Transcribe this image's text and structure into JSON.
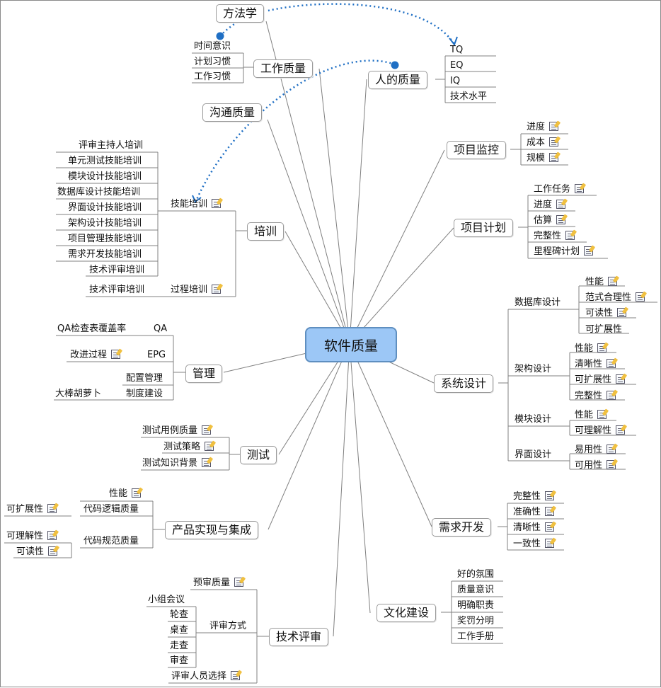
{
  "center": {
    "label": "软件质量"
  },
  "branches": {
    "fangfaxue": {
      "label": "方法学"
    },
    "gongzuo": {
      "label": "工作质量",
      "items": [
        "时间意识",
        "计划习惯",
        "工作习惯"
      ]
    },
    "goutong": {
      "label": "沟通质量"
    },
    "renzhiliang": {
      "label": "人的质量",
      "items": [
        "TQ",
        "EQ",
        "IQ",
        "技术水平"
      ]
    },
    "xiangmujiankong": {
      "label": "项目监控",
      "items": [
        "进度",
        "成本",
        "规模"
      ]
    },
    "xiangmujihua": {
      "label": "项目计划",
      "items": [
        "工作任务",
        "进度",
        "估算",
        "完整性",
        "里程碑计划"
      ]
    },
    "peixun": {
      "label": "培训",
      "jineng": {
        "label": "技能培训",
        "items": [
          "评审主持人培训",
          "单元测试技能培训",
          "模块设计技能培训",
          "数据库设计技能培训",
          "界面设计技能培训",
          "架构设计技能培训",
          "项目管理技能培训",
          "需求开发技能培训",
          "技术评审培训"
        ]
      },
      "guocheng": {
        "label": "过程培训",
        "items": [
          "技术评审培训"
        ]
      }
    },
    "guanli": {
      "label": "管理",
      "qa": {
        "label": "QA",
        "items": [
          "QA检查表覆盖率"
        ]
      },
      "epg": {
        "label": "EPG",
        "items": [
          "改进过程"
        ]
      },
      "peizhi": {
        "label": "配置管理"
      },
      "zhidu": {
        "label": "制度建设",
        "items": [
          "大棒胡萝卜"
        ]
      }
    },
    "xitongsheji": {
      "label": "系统设计",
      "shujuku": {
        "label": "数据库设计",
        "items": [
          "性能",
          "范式合理性",
          "可读性",
          "可扩展性"
        ]
      },
      "jiagou": {
        "label": "架构设计",
        "items": [
          "性能",
          "清晰性",
          "可扩展性",
          "完整性"
        ]
      },
      "mokuai": {
        "label": "模块设计",
        "items": [
          "性能",
          "可理解性"
        ]
      },
      "jiemian": {
        "label": "界面设计",
        "items": [
          "易用性",
          "可用性"
        ]
      }
    },
    "ceshi": {
      "label": "测试",
      "items": [
        "测试用例质量",
        "测试策略",
        "测试知识背景"
      ]
    },
    "chanpin": {
      "label": "产品实现与集成",
      "luoji": {
        "label": "代码逻辑质量",
        "items": [
          "性能",
          "可扩展性"
        ]
      },
      "guifan": {
        "label": "代码规范质量",
        "items": [
          "可理解性",
          "可读性"
        ]
      }
    },
    "xuqiu": {
      "label": "需求开发",
      "items": [
        "完整性",
        "准确性",
        "清晰性",
        "一致性"
      ]
    },
    "wenhua": {
      "label": "文化建设",
      "items": [
        "好的氛围",
        "质量意识",
        "明确职责",
        "奖罚分明",
        "工作手册"
      ]
    },
    "jishupingshen": {
      "label": "技术评审",
      "yushen": {
        "label": "预审质量"
      },
      "fangshi": {
        "label": "评审方式",
        "items": [
          "小组会议",
          "轮查",
          "桌查",
          "走查",
          "审查"
        ]
      },
      "renyuan": {
        "label": "评审人员选择"
      }
    }
  },
  "colors": {
    "central_fill": "#9cc7f6",
    "central_border": "#5f8fc0",
    "relationship": "#1f6fc4",
    "line": "#808080"
  }
}
